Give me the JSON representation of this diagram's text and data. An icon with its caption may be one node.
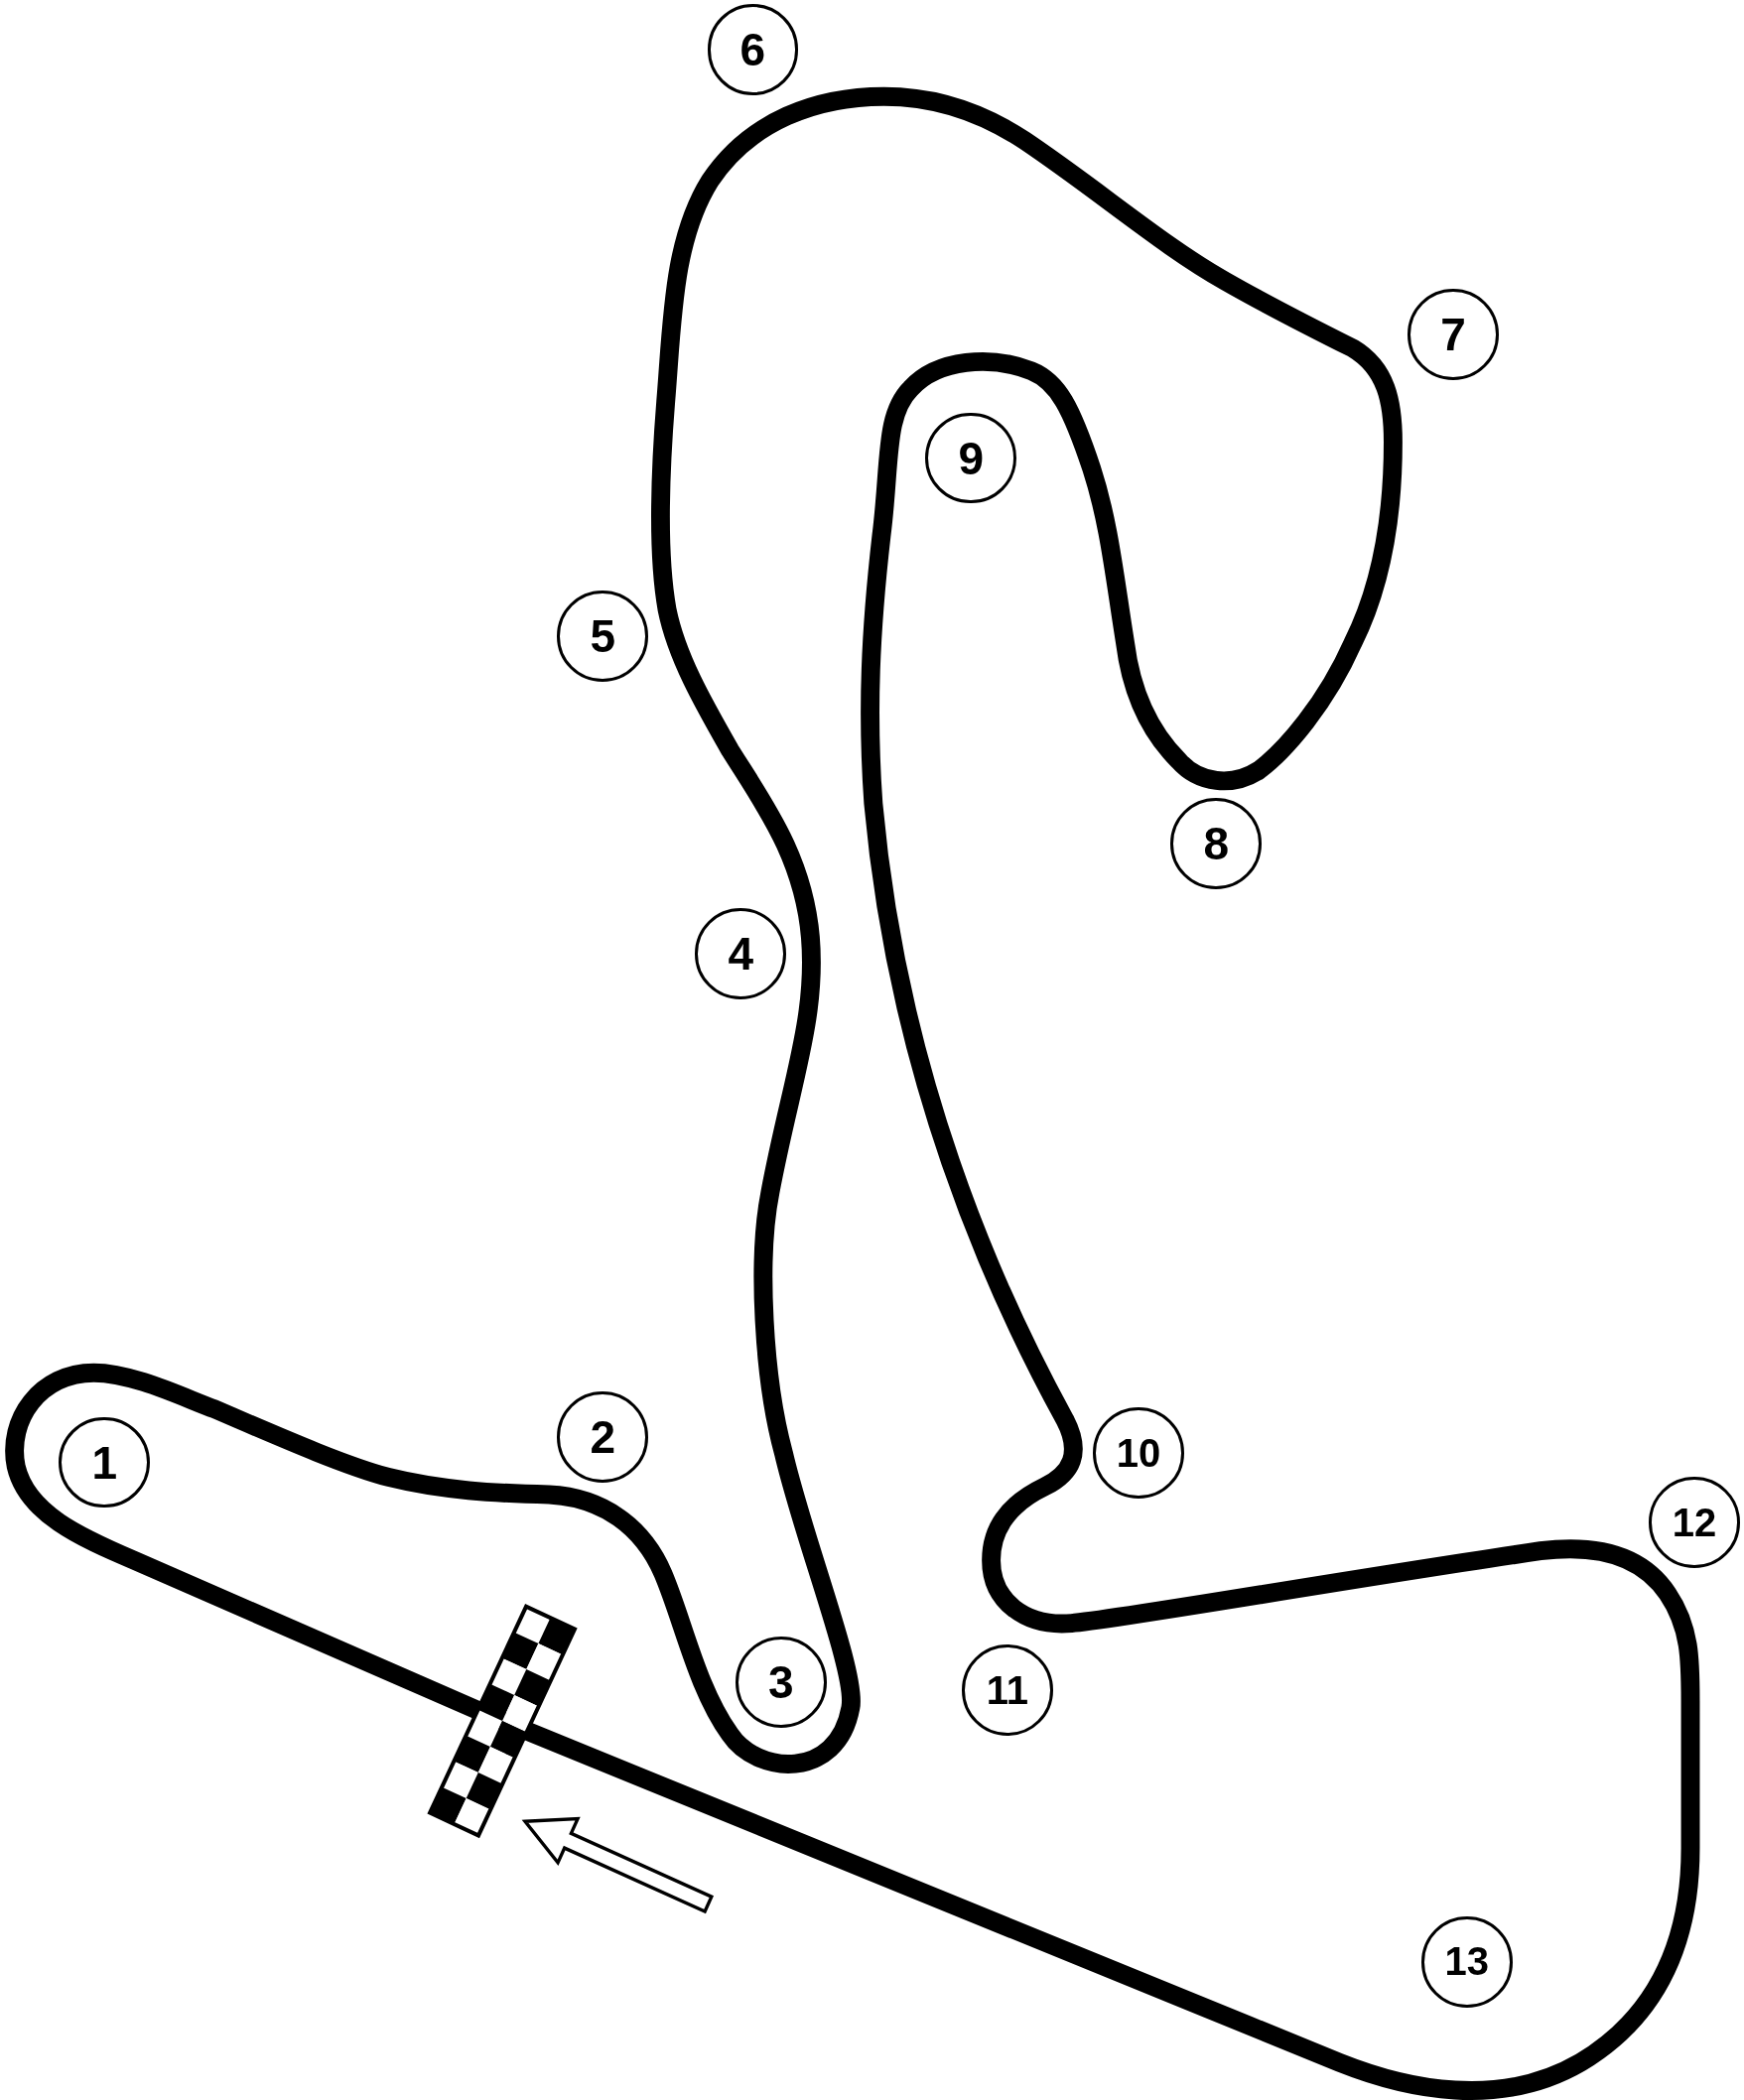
{
  "diagram": {
    "nodes": [
      {
        "text": [
          "1"
        ]
      },
      {
        "text": [
          "2"
        ]
      },
      {
        "text": [
          "3"
        ]
      },
      {
        "text": [
          "4"
        ]
      },
      {
        "text": [
          "5"
        ]
      },
      {
        "text": [
          "6"
        ]
      },
      {
        "text": [
          "7"
        ]
      },
      {
        "text": [
          "8"
        ]
      },
      {
        "text": [
          "9"
        ]
      },
      {
        "text": [
          "10"
        ]
      },
      {
        "text": [
          "11"
        ]
      },
      {
        "text": [
          "12"
        ]
      },
      {
        "text": [
          "13"
        ]
      }
    ],
    "edges": []
  }
}
